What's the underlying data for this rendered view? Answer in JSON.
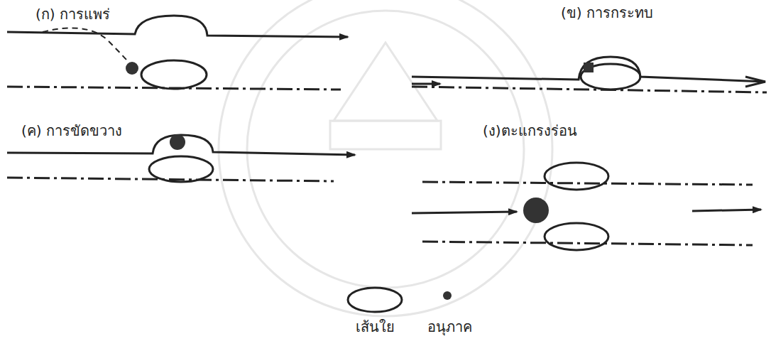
{
  "diagram": {
    "labels": [
      "(ก) การแพร่",
      "(ข) การกระทบ",
      "(ค) การขัดขวาง",
      "(ง)ตะแกรงร่อน"
    ],
    "legend": [
      {
        "text": "เส้นใย"
      },
      {
        "text": "อนุภาค"
      }
    ]
  }
}
